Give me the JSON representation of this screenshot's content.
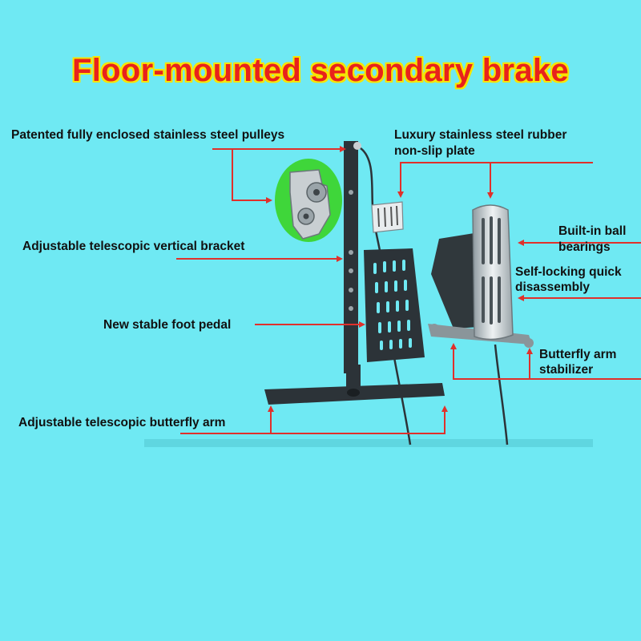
{
  "title": "Floor-mounted secondary brake",
  "labels": {
    "pulleys": "Patented fully enclosed stainless steel pulleys",
    "plate_line1": "Luxury stainless steel rubber",
    "plate_line2": "non-slip plate",
    "bearings_line1": "Built-in ball",
    "bearings_line2": "bearings",
    "vertical_bracket": "Adjustable telescopic vertical bracket",
    "self_locking_line1": "Self-locking quick",
    "self_locking_line2": "disassembly",
    "foot_pedal": "New stable foot pedal",
    "stabilizer_line1": "Butterfly arm",
    "stabilizer_line2": "stabilizer",
    "butterfly_arm": "Adjustable telescopic butterfly arm"
  },
  "colors": {
    "background": "#6fe9f3",
    "title": "#e8221c",
    "title_outline": "#f7e400",
    "callout": "#e0302b",
    "metal_dark": "#2c3338",
    "steel": "#c9cfd2",
    "highlight_circle": "#3fd63a"
  }
}
